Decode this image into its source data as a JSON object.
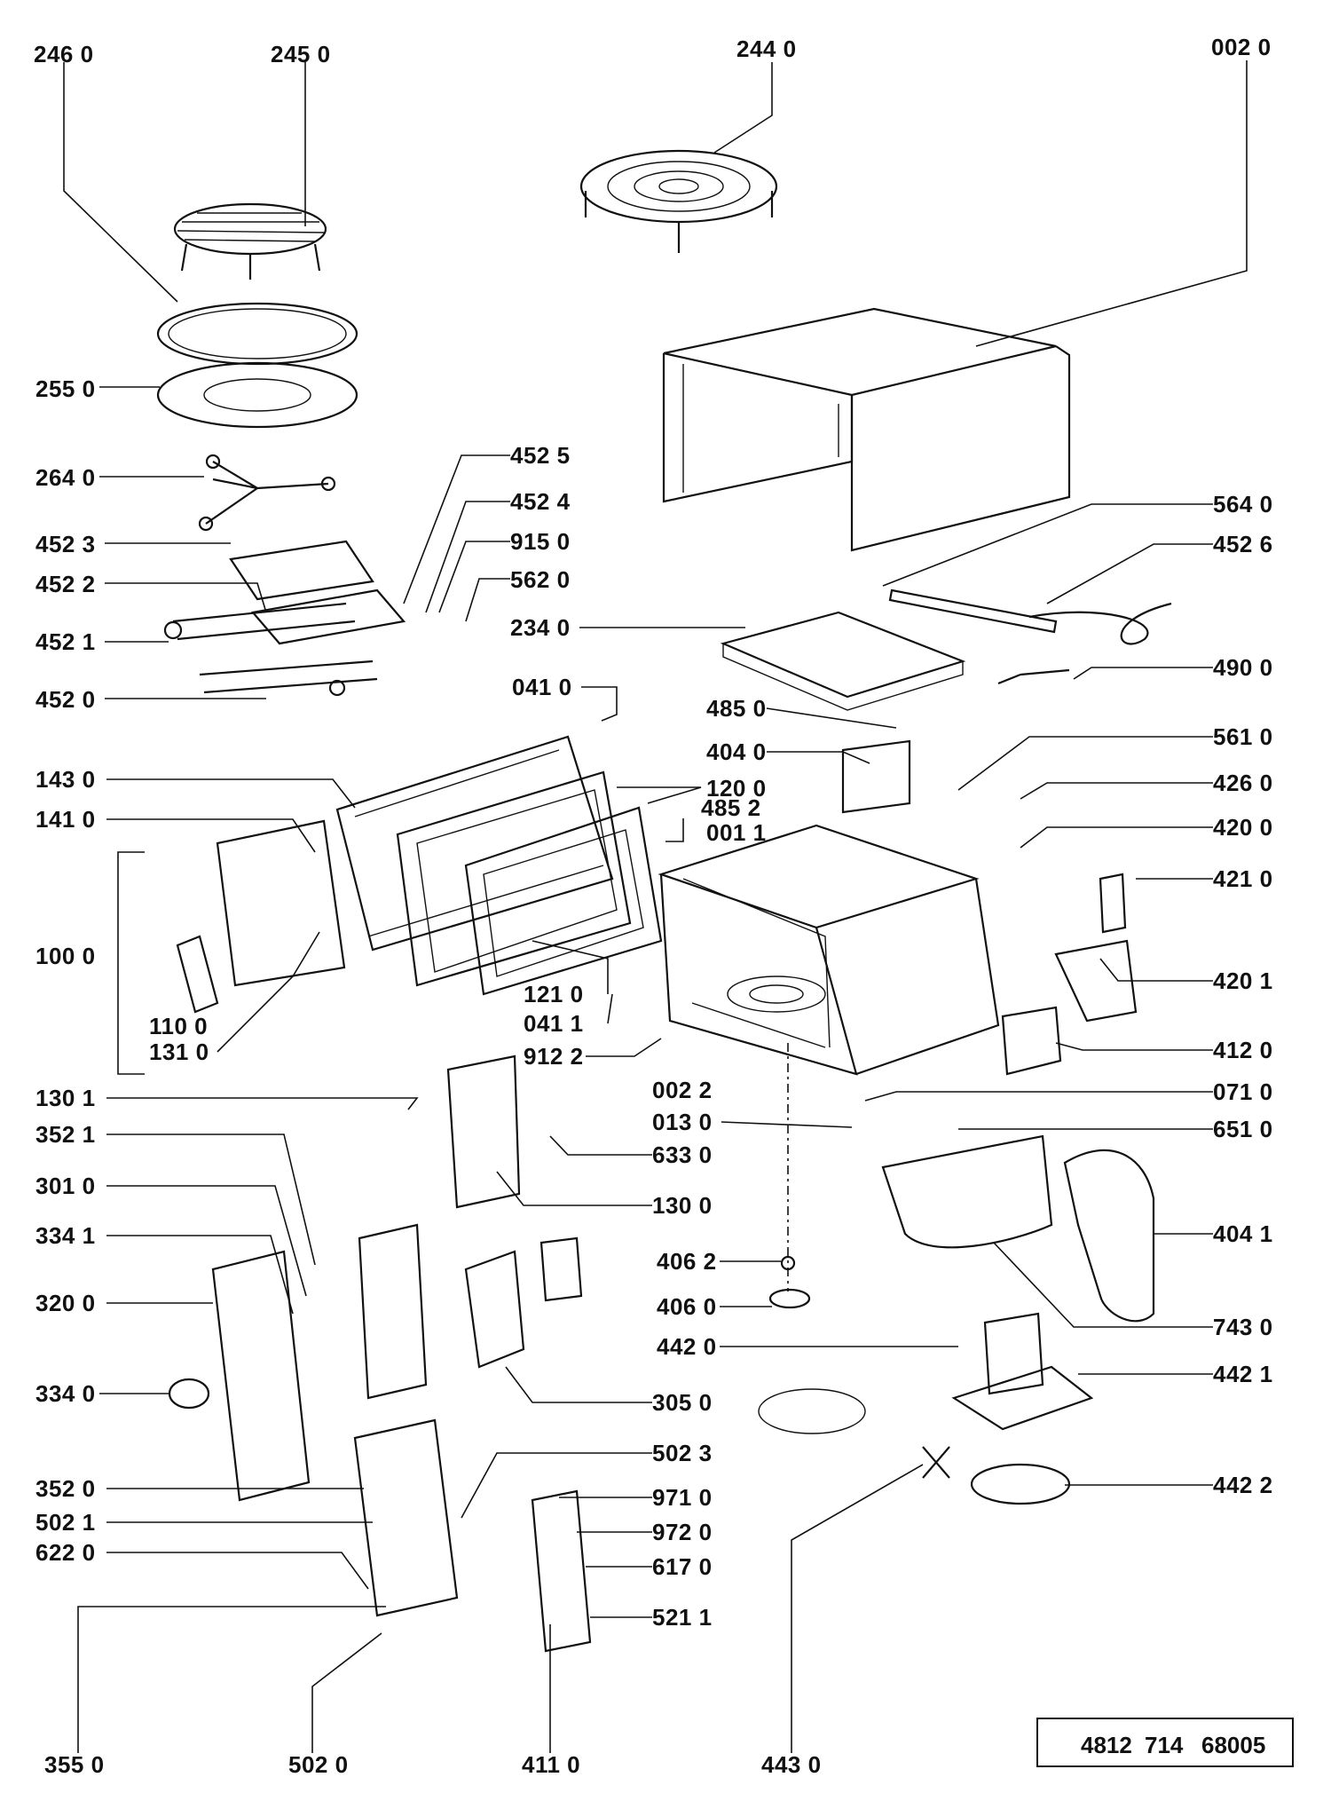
{
  "part_labels": [
    "246 0",
    "245 0",
    "244 0",
    "002 0",
    "255 0",
    "264 0",
    "452 5",
    "452 4",
    "452 3",
    "915 0",
    "452 2",
    "562 0",
    "452 1",
    "234 0",
    "452 0",
    "564 0",
    "452 6",
    "490 0",
    "041 0",
    "485 0",
    "561 0",
    "404 0",
    "143 0",
    "120 0",
    "426 0",
    "141 0",
    "485 2",
    "001 1",
    "420 0",
    "421 0",
    "100 0",
    "420 1",
    "121 0",
    "110 0",
    "041 1",
    "131 0",
    "912 2",
    "412 0",
    "002 2",
    "071 0",
    "130 1",
    "013 0",
    "633 0",
    "651 0",
    "352 1",
    "301 0",
    "130 0",
    "334 1",
    "404 1",
    "406 2",
    "320 0",
    "406 0",
    "743 0",
    "442 0",
    "442 1",
    "334 0",
    "305 0",
    "502 3",
    "352 0",
    "971 0",
    "442 2",
    "502 1",
    "972 0",
    "622 0",
    "617 0",
    "521 1",
    "355 0",
    "502 0",
    "411 0",
    "443 0"
  ],
  "document_number": {
    "part1": "4812",
    "part2": "714",
    "part3": "68005"
  }
}
